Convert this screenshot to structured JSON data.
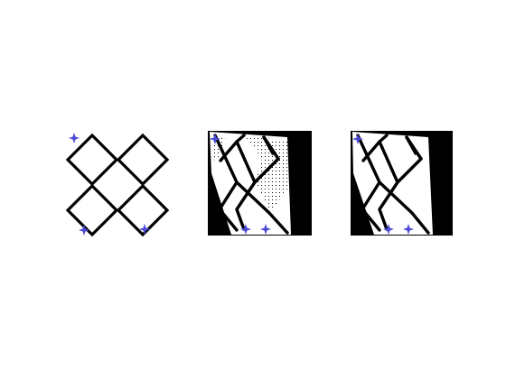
{
  "figure": {
    "panels": [
      {
        "id": "original",
        "markers": 3,
        "background": "white"
      },
      {
        "id": "warped-dotted",
        "markers": 3,
        "background": "black",
        "texture": "dotted"
      },
      {
        "id": "warped-clean",
        "markers": 3,
        "background": "black",
        "texture": "none"
      }
    ],
    "colors": {
      "background": "#ffffff",
      "lattice": "#000000",
      "marker": "#4a4ad8",
      "fill": "#ffffff",
      "stipple": "#000000"
    }
  }
}
